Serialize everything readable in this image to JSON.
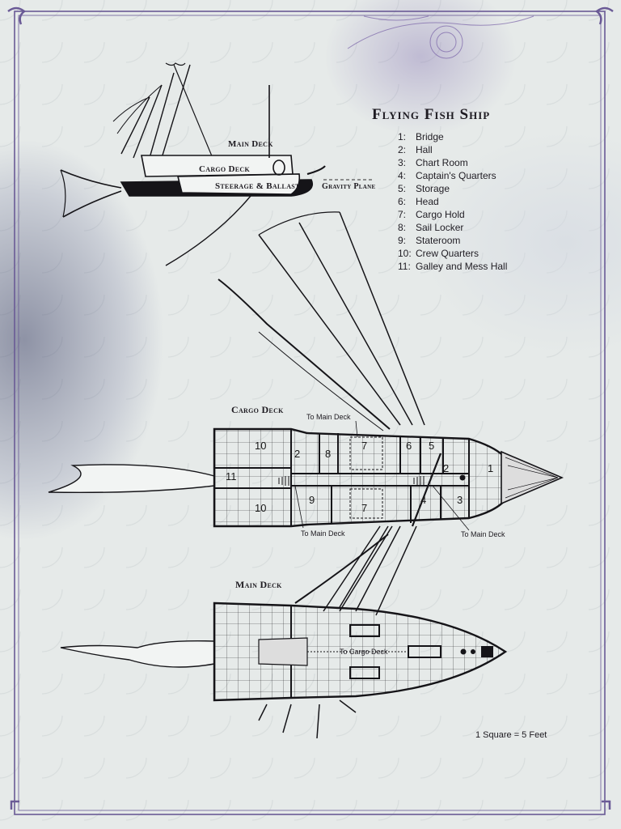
{
  "title": "Flying Fish Ship",
  "legend": [
    {
      "num": "1:",
      "label": "Bridge"
    },
    {
      "num": "2:",
      "label": "Hall"
    },
    {
      "num": "3:",
      "label": "Chart Room"
    },
    {
      "num": "4:",
      "label": "Captain's Quarters"
    },
    {
      "num": "5:",
      "label": "Storage"
    },
    {
      "num": "6:",
      "label": "Head"
    },
    {
      "num": "7:",
      "label": "Cargo Hold"
    },
    {
      "num": "8:",
      "label": "Sail Locker"
    },
    {
      "num": "9:",
      "label": "Stateroom"
    },
    {
      "num": "10:",
      "label": "Crew Quarters"
    },
    {
      "num": "11:",
      "label": "Galley and Mess Hall"
    }
  ],
  "side_view": {
    "main_deck": "Main Deck",
    "cargo_deck": "Cargo Deck",
    "steerage": "Steerage & Ballast",
    "gravity_plane": "Gravity Plane"
  },
  "cargo_deck": {
    "heading": "Cargo Deck",
    "to_main_top": "To Main Deck",
    "to_main_bottom_left": "To Main Deck",
    "to_main_bottom_right": "To Main Deck",
    "rooms": [
      "10",
      "2",
      "8",
      "7",
      "6",
      "5",
      "1",
      "11",
      "2",
      "10",
      "9",
      "7",
      "4",
      "3"
    ]
  },
  "main_deck": {
    "heading": "Main Deck",
    "to_cargo": "To Cargo Deck"
  },
  "scale": "1 Square = 5 Feet"
}
